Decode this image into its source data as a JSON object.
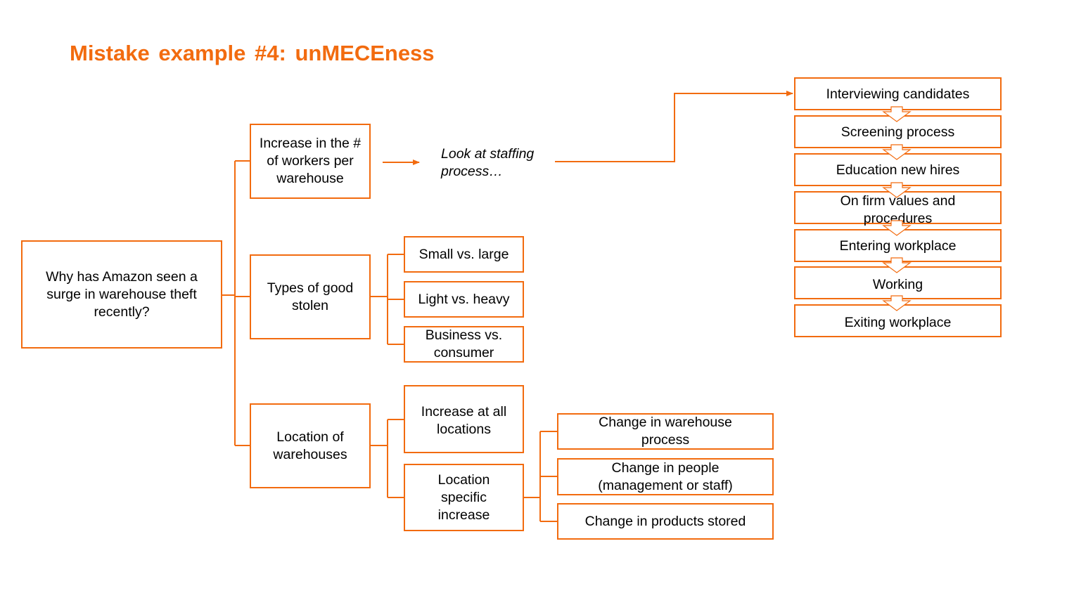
{
  "title": "Mistake example #4: unMECEness",
  "colors": {
    "accent": "#f26b0f"
  },
  "root": "Why has Amazon seen a surge in warehouse theft recently?",
  "branches": {
    "workers": "Increase in the # of workers per warehouse",
    "goods": "Types of good stolen",
    "location": "Location of warehouses"
  },
  "annotation": "Look at staffing process…",
  "goods_children": [
    "Small vs. large",
    "Light vs. heavy",
    "Business vs. consumer"
  ],
  "location_children": [
    "Increase at all locations",
    "Location specific increase"
  ],
  "specific_children": [
    "Change in warehouse process",
    "Change in people (management or staff)",
    "Change in products stored"
  ],
  "process_steps": [
    "Interviewing candidates",
    "Screening process",
    "Education new hires",
    "On firm values and procedures",
    "Entering workplace",
    "Working",
    "Exiting workplace"
  ]
}
